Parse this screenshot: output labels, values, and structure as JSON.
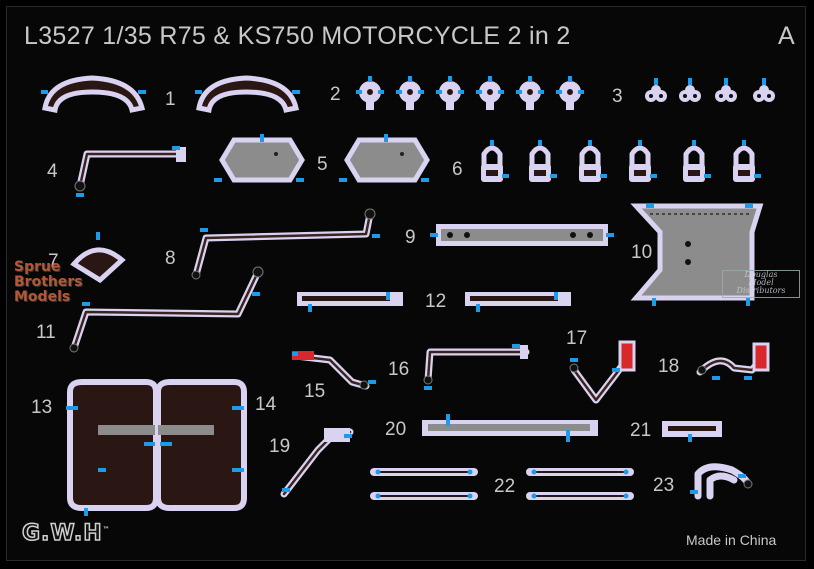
{
  "sheet": {
    "title": "L3527 1/35 R75 & KS750 MOTORCYCLE 2 in 2",
    "sheet_letter": "A",
    "made_in": "Made in China",
    "brand_logo": "G.W.H",
    "brand_tm": "™"
  },
  "watermarks": {
    "left_line1": "Sprue",
    "left_line2": "Brothers",
    "left_line3": "Models",
    "right_line1": "Douglas",
    "right_line2": "Model",
    "right_line3": "Distributors"
  },
  "part_numbers": [
    "1",
    "2",
    "3",
    "4",
    "5",
    "6",
    "7",
    "8",
    "9",
    "10",
    "11",
    "12",
    "13",
    "14",
    "15",
    "16",
    "17",
    "18",
    "19",
    "20",
    "21",
    "22",
    "23"
  ],
  "colors": {
    "background": "#000000",
    "fret": "#d9d2f0",
    "part_dark": "#2a1612",
    "part_grey": "#8c8c8c",
    "gate": "#1e9be8",
    "red_detail": "#d8282b",
    "text": "#c8c8c8"
  }
}
